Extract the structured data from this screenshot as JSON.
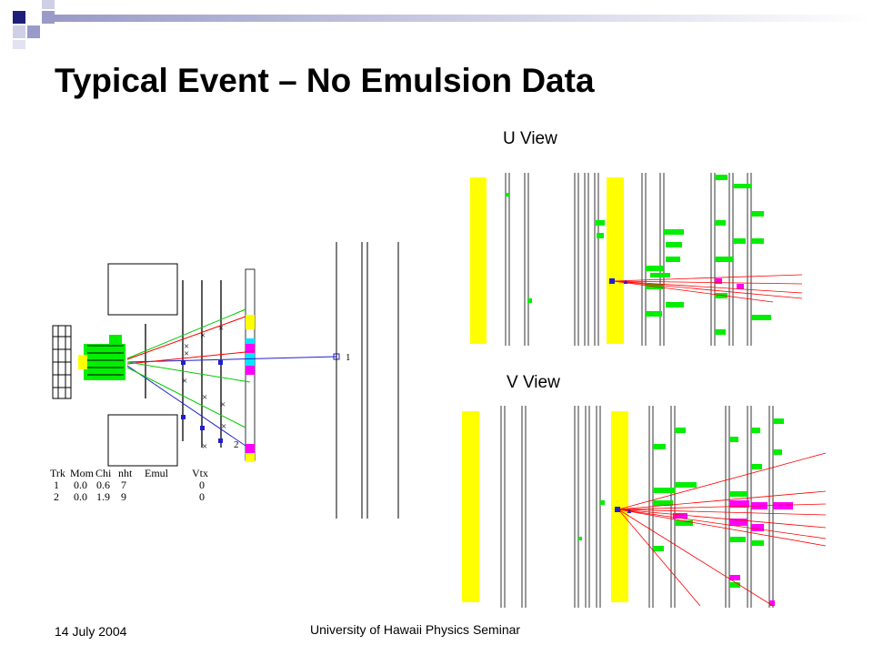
{
  "slide": {
    "title": "Typical Event – No Emulsion Data",
    "u_view_label": "U View",
    "v_view_label": "V View",
    "date": "14 July 2004",
    "footer_center": "University of Hawaii Physics Seminar"
  },
  "event_display": {
    "track_labels": [
      "1",
      "2"
    ],
    "table": {
      "headers": [
        "Trk",
        "Mom",
        "Chi",
        "nht",
        "Emul",
        "Vtx"
      ],
      "rows": [
        [
          "1",
          "0.0",
          "0.6",
          "7",
          "",
          "0"
        ],
        [
          "2",
          "0.0",
          "1.9",
          "9",
          "",
          "0"
        ]
      ]
    }
  },
  "colors": {
    "accent_navy": "#1f1f7a",
    "accent_gray": "#9a9ac8",
    "yellow": "#ffff00",
    "green": "#00ee00",
    "magenta": "#ff00ff",
    "cyan": "#00e5ff",
    "red": "#ff0000",
    "blue": "#2020cc"
  }
}
